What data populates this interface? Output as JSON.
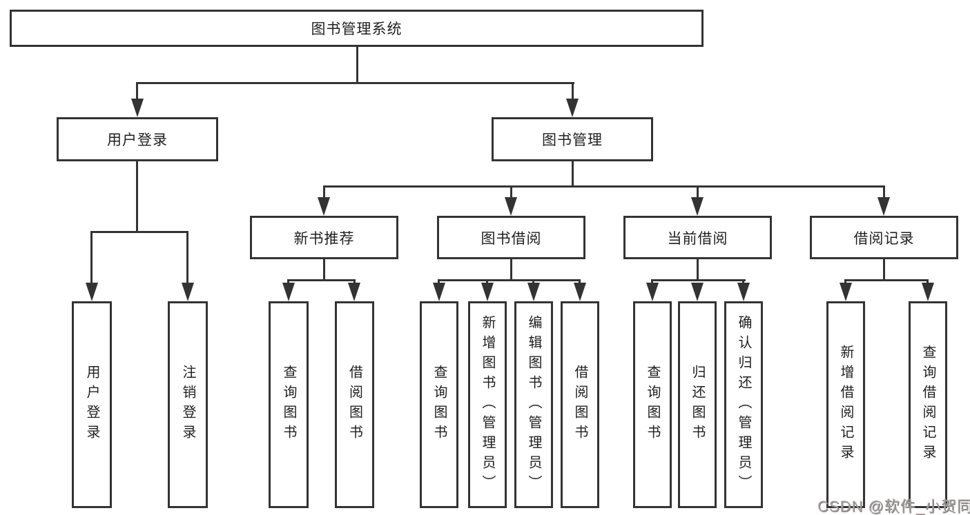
{
  "colors": {
    "line": "#333333",
    "box_border": "#333333",
    "box_background": "#ffffff",
    "text": "#1f1f1f",
    "watermark": "#a9a0a0"
  },
  "tree": {
    "root": "图书管理系统",
    "branches": [
      {
        "label": "用户登录",
        "children": [
          "用户登录",
          "注销登录"
        ]
      },
      {
        "label": "图书管理",
        "children": [
          {
            "label": "新书推荐",
            "children": [
              "查询图书",
              "借阅图书"
            ]
          },
          {
            "label": "图书借阅",
            "children": [
              "查询图书",
              "新增图书（管理员）",
              "编辑图书（管理员）",
              "借阅图书"
            ]
          },
          {
            "label": "当前借阅",
            "children": [
              "查询图书",
              "归还图书",
              "确认归还（管理员）"
            ]
          },
          {
            "label": "借阅记录",
            "children": [
              "新增借阅记录",
              "查询借阅记录"
            ]
          }
        ]
      }
    ]
  },
  "watermark": "CSDN @软件_小贺同学"
}
